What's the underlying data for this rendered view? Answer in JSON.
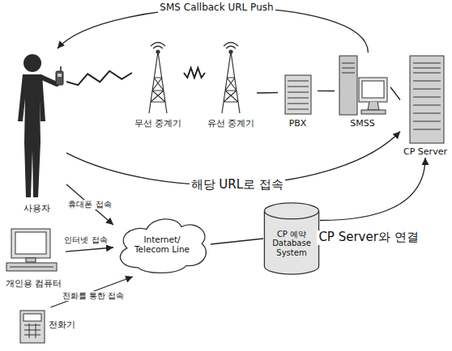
{
  "diagram": {
    "nodes": [
      {
        "text": [
          "사용자"
        ]
      },
      {
        "text": [
          "무선 중계기"
        ]
      },
      {
        "text": [
          "유선 중계기"
        ]
      },
      {
        "text": [
          "PBX"
        ]
      },
      {
        "text": [
          "SMSS"
        ]
      },
      {
        "text": [
          "CP Server"
        ]
      },
      {
        "text": [
          "개인용 컴퓨터"
        ]
      },
      {
        "text": [
          "Internet/ Telecom Line"
        ]
      },
      {
        "text": [
          "CP 예약 Database System"
        ]
      },
      {
        "text": [
          "전화기"
        ]
      }
    ],
    "edges": [
      {
        "from": 4,
        "to": 0,
        "arrow": "to",
        "label": "SMS Callback URL Push"
      },
      {
        "from": 0,
        "to": 5,
        "arrow": "to",
        "label": "해당 URL로 접속"
      },
      {
        "from": 0,
        "to": 7,
        "arrow": "to",
        "label": "휴대폰 접속"
      },
      {
        "from": 6,
        "to": 7,
        "arrow": "to",
        "label": "인터넷 접속"
      },
      {
        "from": 9,
        "to": 7,
        "arrow": "to",
        "label": "전화를 통한 접속"
      },
      {
        "from": 7,
        "to": 8,
        "arrow": "none"
      },
      {
        "from": 8,
        "to": 5,
        "arrow": "to",
        "label": "CP Server와 연결"
      },
      {
        "from": 0,
        "to": 1,
        "arrow": "none"
      },
      {
        "from": 1,
        "to": 2,
        "arrow": "none"
      },
      {
        "from": 2,
        "to": 3,
        "arrow": "none"
      },
      {
        "from": 3,
        "to": 4,
        "arrow": "none"
      },
      {
        "from": 4,
        "to": 5,
        "arrow": "none"
      }
    ]
  }
}
